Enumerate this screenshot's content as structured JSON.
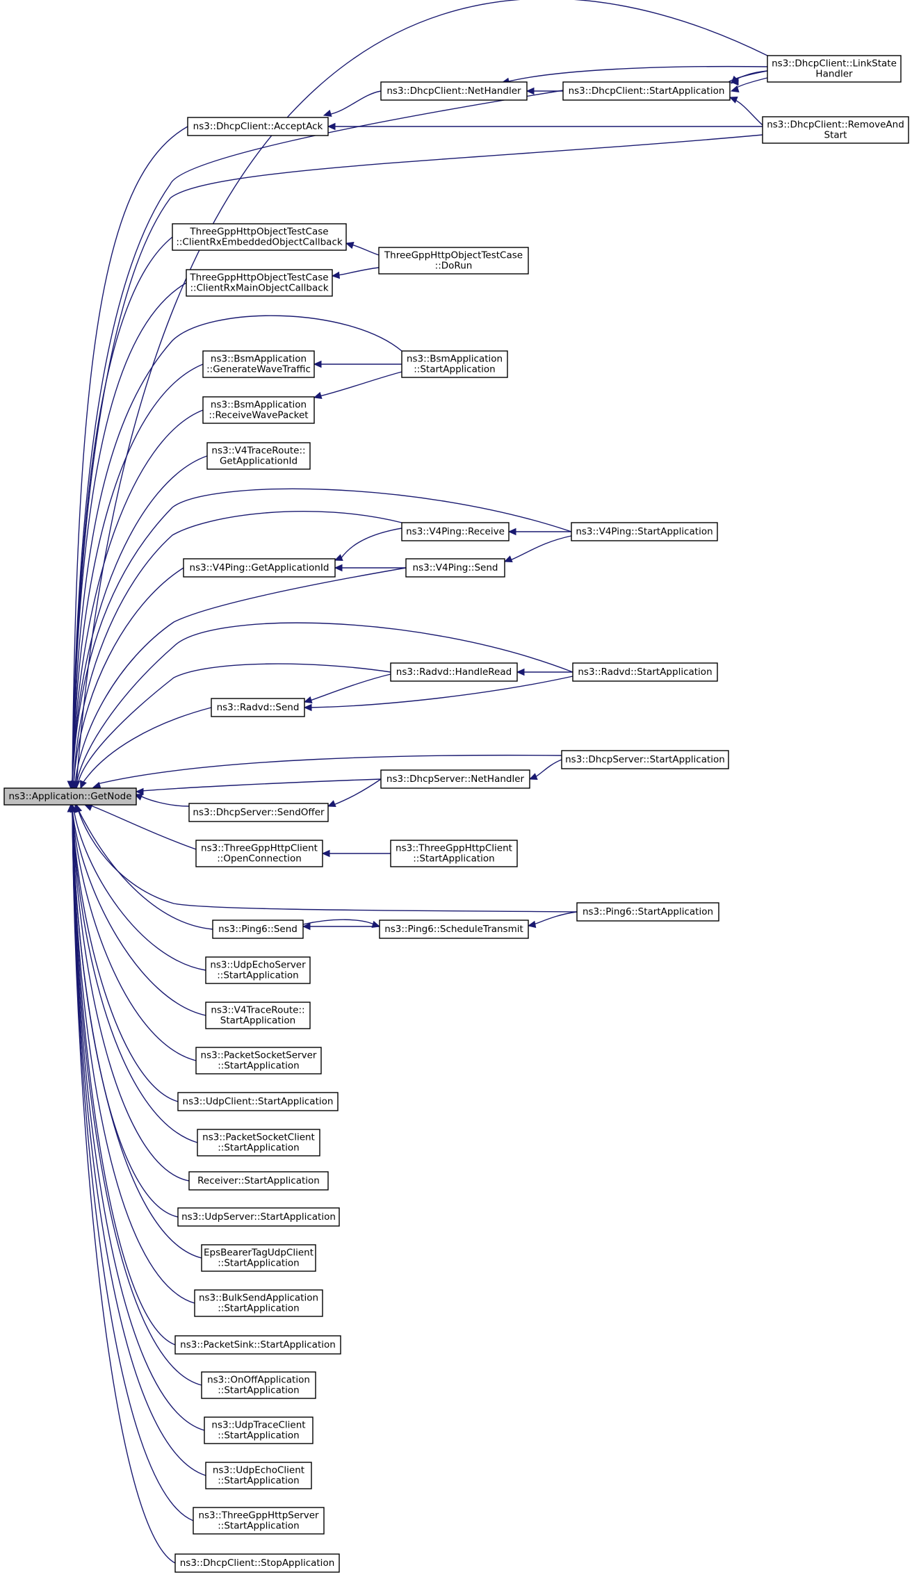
{
  "graph": {
    "direction": "callers-of-root",
    "colors": {
      "edge": "#191970",
      "root_fill": "#bfbfbf",
      "node_fill": "#ffffff",
      "border": "#000000"
    },
    "nodes": [
      {
        "id": "root",
        "lines": [
          "ns3::Application::GetNode"
        ],
        "root": true
      },
      {
        "id": "dc_linkstate",
        "lines": [
          "ns3::DhcpClient::LinkState",
          "Handler"
        ]
      },
      {
        "id": "dc_nethandler",
        "lines": [
          "ns3::DhcpClient::NetHandler"
        ]
      },
      {
        "id": "dc_start",
        "lines": [
          "ns3::DhcpClient::StartApplication"
        ]
      },
      {
        "id": "dc_acceptack",
        "lines": [
          "ns3::DhcpClient::AcceptAck"
        ]
      },
      {
        "id": "dc_removeandstart",
        "lines": [
          "ns3::DhcpClient::RemoveAnd",
          "Start"
        ]
      },
      {
        "id": "tg_embedded",
        "lines": [
          "ThreeGppHttpObjectTestCase",
          "::ClientRxEmbeddedObjectCallback"
        ]
      },
      {
        "id": "tg_dorun",
        "lines": [
          "ThreeGppHttpObjectTestCase",
          "::DoRun"
        ]
      },
      {
        "id": "tg_main",
        "lines": [
          "ThreeGppHttpObjectTestCase",
          "::ClientRxMainObjectCallback"
        ]
      },
      {
        "id": "bsm_gen",
        "lines": [
          "ns3::BsmApplication",
          "::GenerateWaveTraffic"
        ]
      },
      {
        "id": "bsm_start",
        "lines": [
          "ns3::BsmApplication",
          "::StartApplication"
        ]
      },
      {
        "id": "bsm_recv",
        "lines": [
          "ns3::BsmApplication",
          "::ReceiveWavePacket"
        ]
      },
      {
        "id": "v4tr_getid",
        "lines": [
          "ns3::V4TraceRoute::",
          "GetApplicationId"
        ]
      },
      {
        "id": "v4p_recv",
        "lines": [
          "ns3::V4Ping::Receive"
        ]
      },
      {
        "id": "v4p_start",
        "lines": [
          "ns3::V4Ping::StartApplication"
        ]
      },
      {
        "id": "v4p_getid",
        "lines": [
          "ns3::V4Ping::GetApplicationId"
        ]
      },
      {
        "id": "v4p_send",
        "lines": [
          "ns3::V4Ping::Send"
        ]
      },
      {
        "id": "rad_read",
        "lines": [
          "ns3::Radvd::HandleRead"
        ]
      },
      {
        "id": "rad_start",
        "lines": [
          "ns3::Radvd::StartApplication"
        ]
      },
      {
        "id": "rad_send",
        "lines": [
          "ns3::Radvd::Send"
        ]
      },
      {
        "id": "ds_start",
        "lines": [
          "ns3::DhcpServer::StartApplication"
        ]
      },
      {
        "id": "ds_nethandler",
        "lines": [
          "ns3::DhcpServer::NetHandler"
        ]
      },
      {
        "id": "ds_sendoffer",
        "lines": [
          "ns3::DhcpServer::SendOffer"
        ]
      },
      {
        "id": "thc_open",
        "lines": [
          "ns3::ThreeGppHttpClient",
          "::OpenConnection"
        ]
      },
      {
        "id": "thc_start",
        "lines": [
          "ns3::ThreeGppHttpClient",
          "::StartApplication"
        ]
      },
      {
        "id": "p6_start",
        "lines": [
          "ns3::Ping6::StartApplication"
        ]
      },
      {
        "id": "p6_send",
        "lines": [
          "ns3::Ping6::Send"
        ]
      },
      {
        "id": "p6_sched",
        "lines": [
          "ns3::Ping6::ScheduleTransmit"
        ]
      },
      {
        "id": "ues_start",
        "lines": [
          "ns3::UdpEchoServer",
          "::StartApplication"
        ]
      },
      {
        "id": "v4tr_start",
        "lines": [
          "ns3::V4TraceRoute::",
          "StartApplication"
        ]
      },
      {
        "id": "pss_start",
        "lines": [
          "ns3::PacketSocketServer",
          "::StartApplication"
        ]
      },
      {
        "id": "uc_start",
        "lines": [
          "ns3::UdpClient::StartApplication"
        ]
      },
      {
        "id": "psc_start",
        "lines": [
          "ns3::PacketSocketClient",
          "::StartApplication"
        ]
      },
      {
        "id": "recv_start",
        "lines": [
          "Receiver::StartApplication"
        ]
      },
      {
        "id": "us_start",
        "lines": [
          "ns3::UdpServer::StartApplication"
        ]
      },
      {
        "id": "ebt_start",
        "lines": [
          "EpsBearerTagUdpClient",
          "::StartApplication"
        ]
      },
      {
        "id": "bulk_start",
        "lines": [
          "ns3::BulkSendApplication",
          "::StartApplication"
        ]
      },
      {
        "id": "sink_start",
        "lines": [
          "ns3::PacketSink::StartApplication"
        ]
      },
      {
        "id": "onoff_start",
        "lines": [
          "ns3::OnOffApplication",
          "::StartApplication"
        ]
      },
      {
        "id": "utc_start",
        "lines": [
          "ns3::UdpTraceClient",
          "::StartApplication"
        ]
      },
      {
        "id": "uec_start",
        "lines": [
          "ns3::UdpEchoClient",
          "::StartApplication"
        ]
      },
      {
        "id": "ths_start",
        "lines": [
          "ns3::ThreeGppHttpServer",
          "::StartApplication"
        ]
      },
      {
        "id": "dc_stop",
        "lines": [
          "ns3::DhcpClient::StopApplication"
        ]
      }
    ]
  }
}
